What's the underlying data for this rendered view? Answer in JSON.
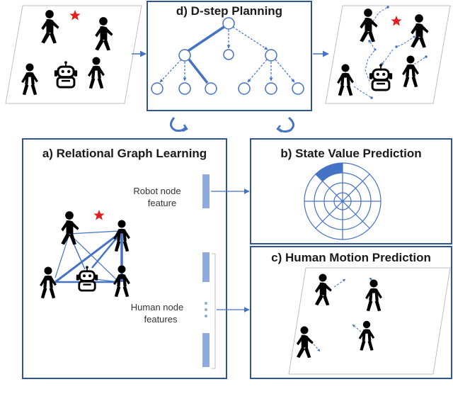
{
  "panels": {
    "d_planning": {
      "title": "d) D-step Planning"
    },
    "a_graph": {
      "title": "a) Relational Graph Learning",
      "robot_feature_label": [
        "Robot node",
        "feature"
      ],
      "human_feature_label": [
        "Human node",
        "features"
      ]
    },
    "b_value": {
      "title": "b) State Value Prediction"
    },
    "c_motion": {
      "title": "c) Human Motion Prediction"
    }
  },
  "colors": {
    "accent": "#4472c4",
    "panel_border": "#2f5597",
    "feature_bar": "#8faadc",
    "goal_star": "#e02020",
    "figure": "#000000"
  },
  "icons": [
    "person-icon",
    "robot-icon",
    "goal-star-icon",
    "cycle-arrow-icon"
  ]
}
